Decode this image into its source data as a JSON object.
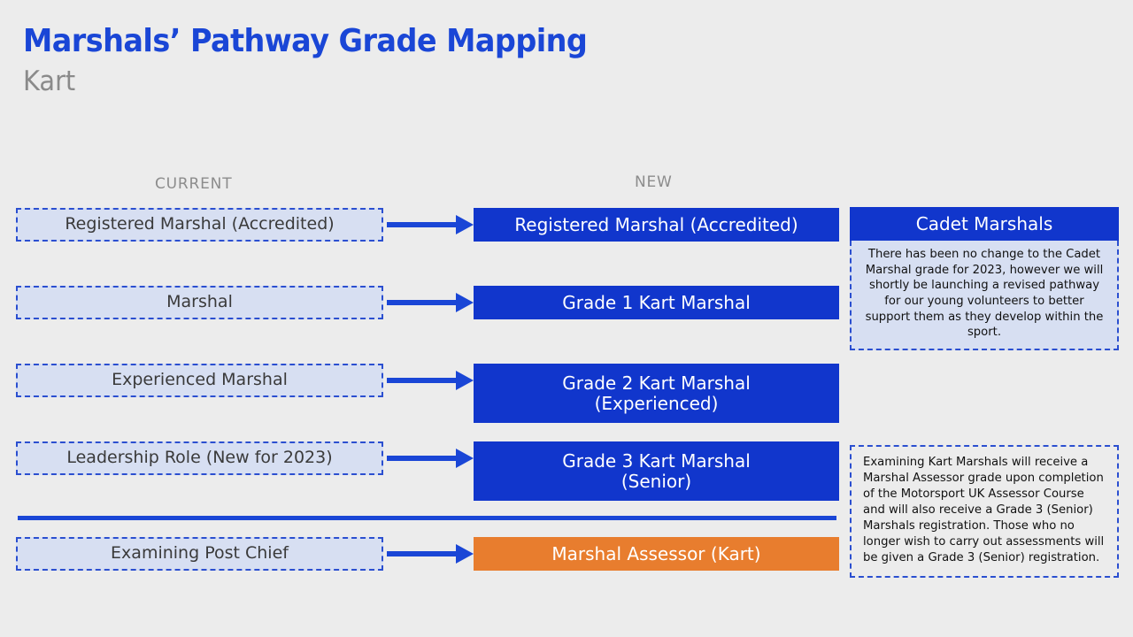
{
  "page": {
    "background_color": "#ececec",
    "title": "Marshals’ Pathway Grade Mapping",
    "subtitle": "Kart"
  },
  "colors": {
    "brand_blue": "#1a46d6",
    "box_blue": "#1136cc",
    "box_light_blue": "#d7dff2",
    "accent_orange": "#e87d2e",
    "heading_gray": "#8c8c8c",
    "text_dark": "#3a3a3a"
  },
  "columns": {
    "current_label": "CURRENT",
    "new_label": "NEW"
  },
  "rows": [
    {
      "current": "Registered Marshal (Accredited)",
      "new": "Registered Marshal (Accredited)",
      "new_color": "blue",
      "arrow": true
    },
    {
      "current": "Marshal",
      "new": "Grade 1 Kart Marshal",
      "new_color": "blue",
      "arrow": true
    },
    {
      "current": "Experienced Marshal",
      "new_line1": "Grade 2 Kart Marshal",
      "new_line2": "(Experienced)",
      "new_color": "blue",
      "arrow": true
    },
    {
      "current": "Leadership Role (New for 2023)",
      "new_line1": "Grade 3 Kart Marshal",
      "new_line2": "(Senior)",
      "new_color": "blue",
      "arrow": true
    },
    {
      "current": "Examining Post Chief",
      "new": "Marshal Assessor (Kart)",
      "new_color": "orange",
      "arrow": true
    }
  ],
  "cadet_panel": {
    "heading": "Cadet Marshals",
    "body": "There has been no change to the Cadet Marshal grade for 2023, however we will shortly be launching a revised pathway for our young volunteers to better support them as they develop within the sport."
  },
  "note_panel": {
    "body": "Examining Kart Marshals will receive a Marshal Assessor grade upon completion of the Motorsport UK Assessor Course and will also receive a Grade 3 (Senior) Marshals registration. Those who no longer wish to carry out assessments will be given a Grade 3 (Senior) registration."
  }
}
